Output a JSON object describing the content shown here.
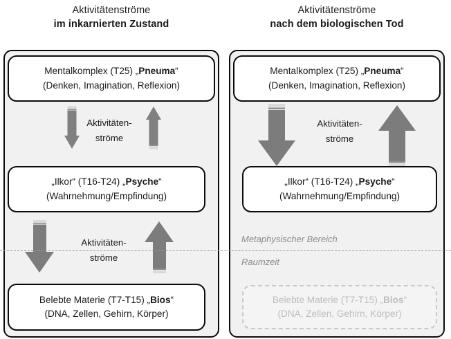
{
  "columns": {
    "left": {
      "title_line1": "Aktivitätenströme",
      "title_line2": "im inkarnierten Zustand",
      "boxes": {
        "top": {
          "line1_prefix": "Mentalkomplex (T25) „",
          "line1_bold": "Pneuma",
          "line1_suffix": "“",
          "line2": "(Denken, Imagination, Reflexion)"
        },
        "middle": {
          "line1_prefix": "„Ilkor“ (T16-T24) „",
          "line1_bold": "Psyche",
          "line1_suffix": "“",
          "line2": "(Wahrnehmung/Empfindung)"
        },
        "bottom": {
          "line1_prefix": "Belebte Materie (T7-T15) „",
          "line1_bold": "Bios",
          "line1_suffix": "“",
          "line2": "(DNA, Zellen, Gehirn, Körper)"
        }
      },
      "flow_label_upper_line1": "Aktivitäten-",
      "flow_label_upper_line2": "ströme",
      "flow_label_lower_line1": "Aktivitäten-",
      "flow_label_lower_line2": "ströme"
    },
    "right": {
      "title_line1": "Aktivitätenströme",
      "title_line2": "nach dem biologischen Tod",
      "boxes": {
        "top": {
          "line1_prefix": "Mentalkomplex (T25) „",
          "line1_bold": "Pneuma",
          "line1_suffix": "“",
          "line2": "(Denken, Imagination, Reflexion)"
        },
        "middle": {
          "line1_prefix": "„Ilkor“ (T16-T24) „",
          "line1_bold": "Psyche",
          "line1_suffix": "“",
          "line2": "(Wahrnehmung/Empfindung)"
        },
        "bottom": {
          "line1_prefix": "Belebte Materie (T7-T15) „",
          "line1_bold": "Bios",
          "line1_suffix": "“",
          "line2": "(DNA, Zellen, Gehirn, Körper)"
        }
      },
      "flow_label_line1": "Aktivitäten-",
      "flow_label_line2": "ströme",
      "realm_metaphysical": "Metaphysischer Bereich",
      "realm_spacetime": "Raumzeit"
    }
  },
  "colors": {
    "panel_background": "#f1f1f1",
    "panel_border": "#0b0b0b",
    "box_background": "#ffffff",
    "arrow_thin": "#808080",
    "arrow_thick": "#7c7c7c",
    "arrow_cap": "#d9d9d9",
    "ghost_text": "#bdbdbd",
    "ghost_border": "#c9c9c9",
    "realm_text": "#8b8b8b",
    "separator": "#9a9a9a",
    "text": "#1a1a1a"
  }
}
